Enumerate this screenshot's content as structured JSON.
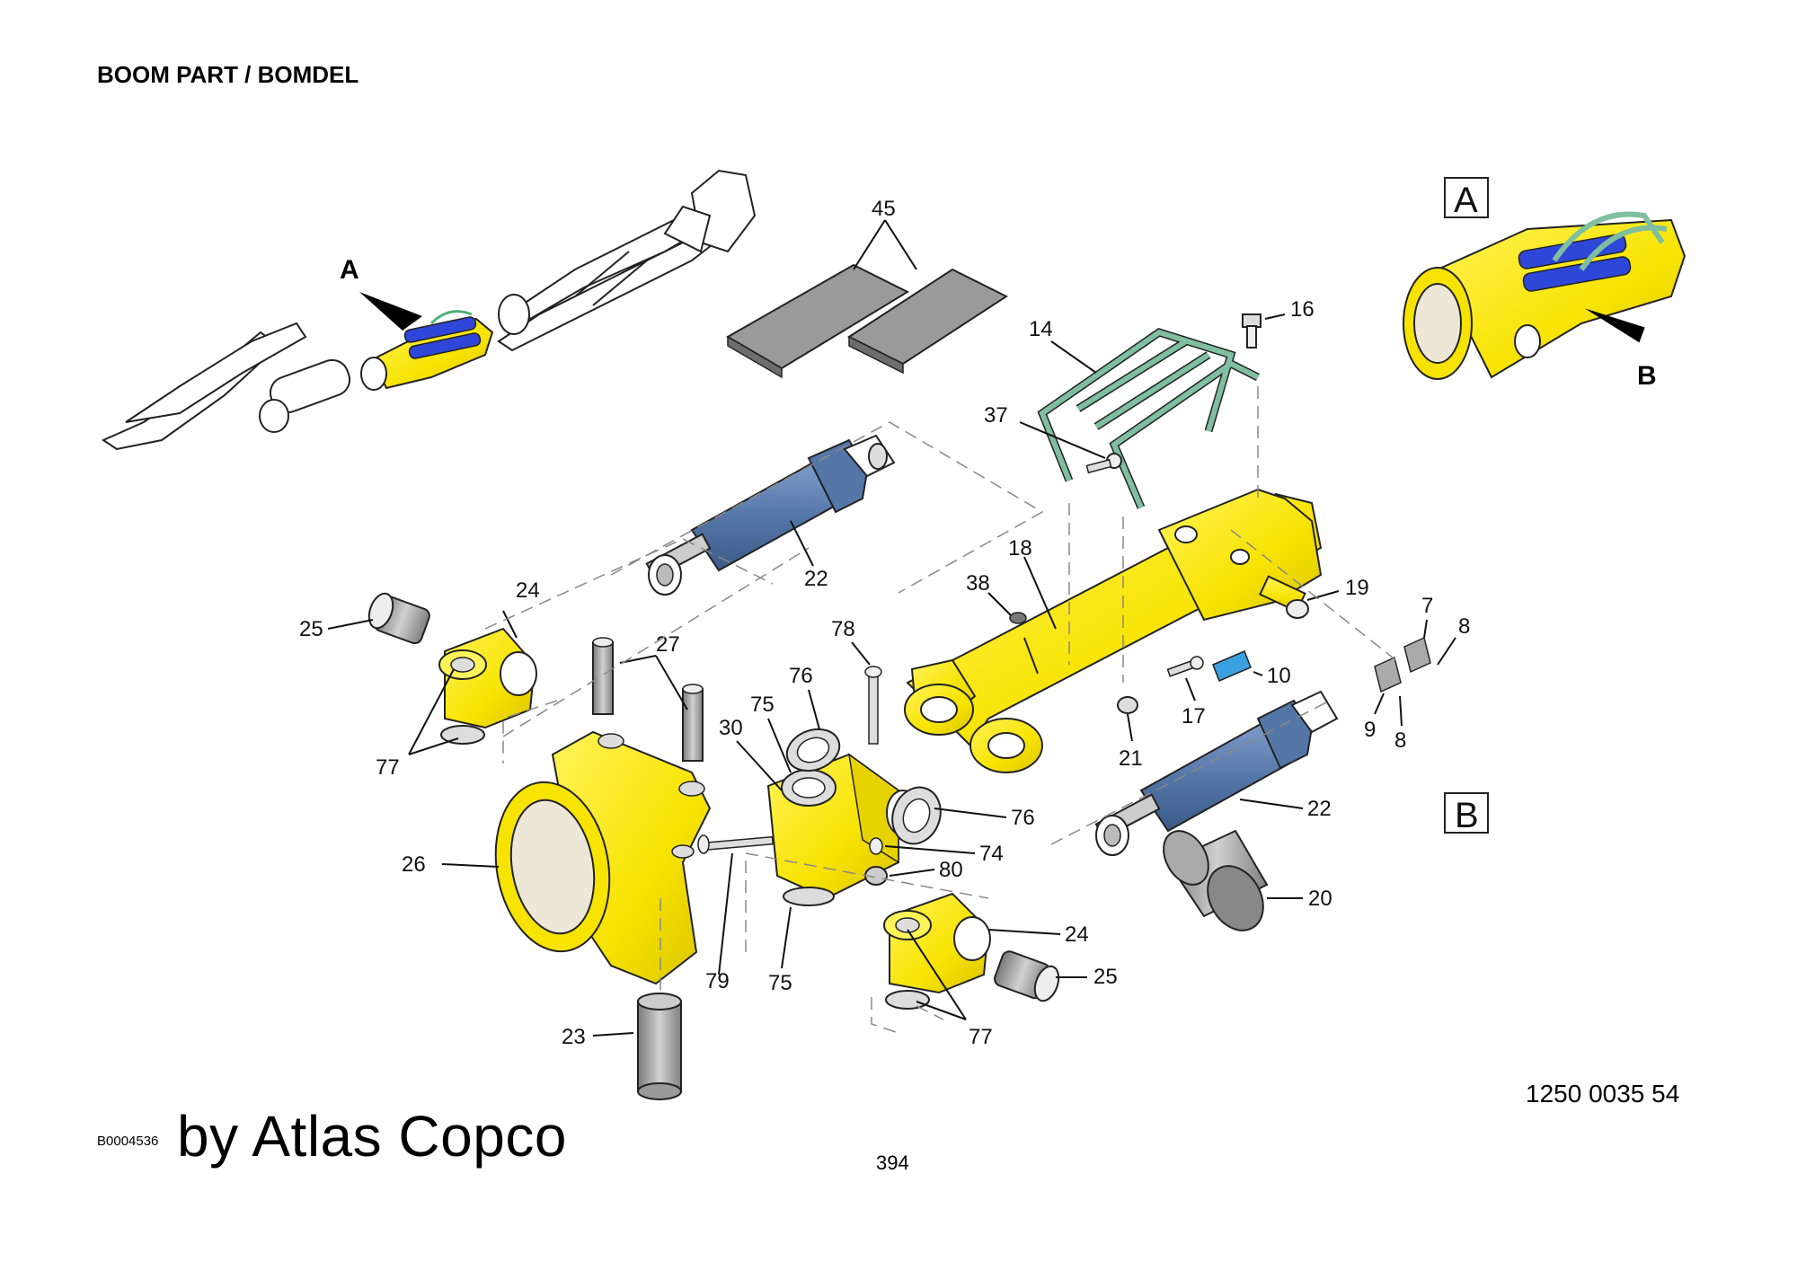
{
  "header": {
    "title": "BOOM PART / BOMDEL"
  },
  "view_labels": {
    "detail_a_box": "A",
    "detail_b_box": "B",
    "arrow_a": "A",
    "arrow_b": "B"
  },
  "callouts": {
    "c45": "45",
    "c16": "16",
    "c14": "14",
    "c37": "37",
    "c18": "18",
    "c38": "38",
    "c19": "19",
    "c22_top": "22",
    "c24_left": "24",
    "c25_left": "25",
    "c27": "27",
    "c78": "78",
    "c76_top": "76",
    "c75_top": "75",
    "c30": "30",
    "c7": "7",
    "c8_top": "8",
    "c10": "10",
    "c17": "17",
    "c21": "21",
    "c9": "9",
    "c8_bottom": "8",
    "c77_left": "77",
    "c76_right": "76",
    "c22_right": "22",
    "c26": "26",
    "c74": "74",
    "c80": "80",
    "c20": "20",
    "c24_right": "24",
    "c25_right": "25",
    "c79": "79",
    "c75_bottom": "75",
    "c77_bottom": "77",
    "c23": "23"
  },
  "footer": {
    "drawing_number": "1250 0035 54",
    "figure_id": "B0004536",
    "credit": "by Atlas Copco",
    "page_number": "394"
  },
  "colors": {
    "part_yellow": "#f7e300",
    "cylinder_blue": "#5577a8",
    "guard_green": "#7fbfa0",
    "plate_grey": "#9a9a9a",
    "pin_grey": "#a8a8a8",
    "decal_blue": "#3aa0e0"
  }
}
